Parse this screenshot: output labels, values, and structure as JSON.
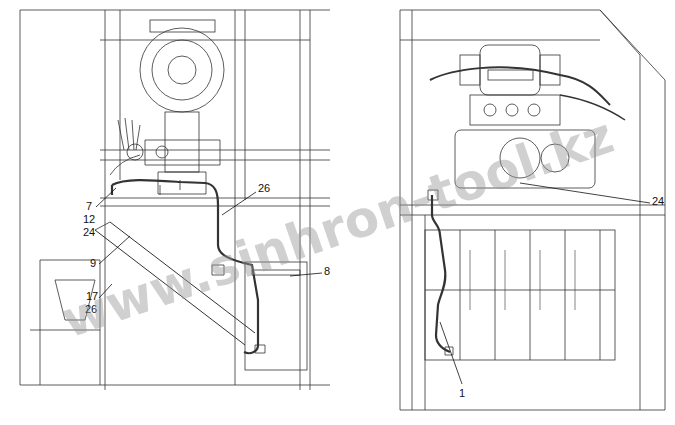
{
  "diagram": {
    "labels": [
      "7",
      "12",
      "24",
      "9",
      "17",
      "26",
      "26",
      "8",
      "24",
      "1",
      "www.sinhron-tool.kz"
    ]
  }
}
